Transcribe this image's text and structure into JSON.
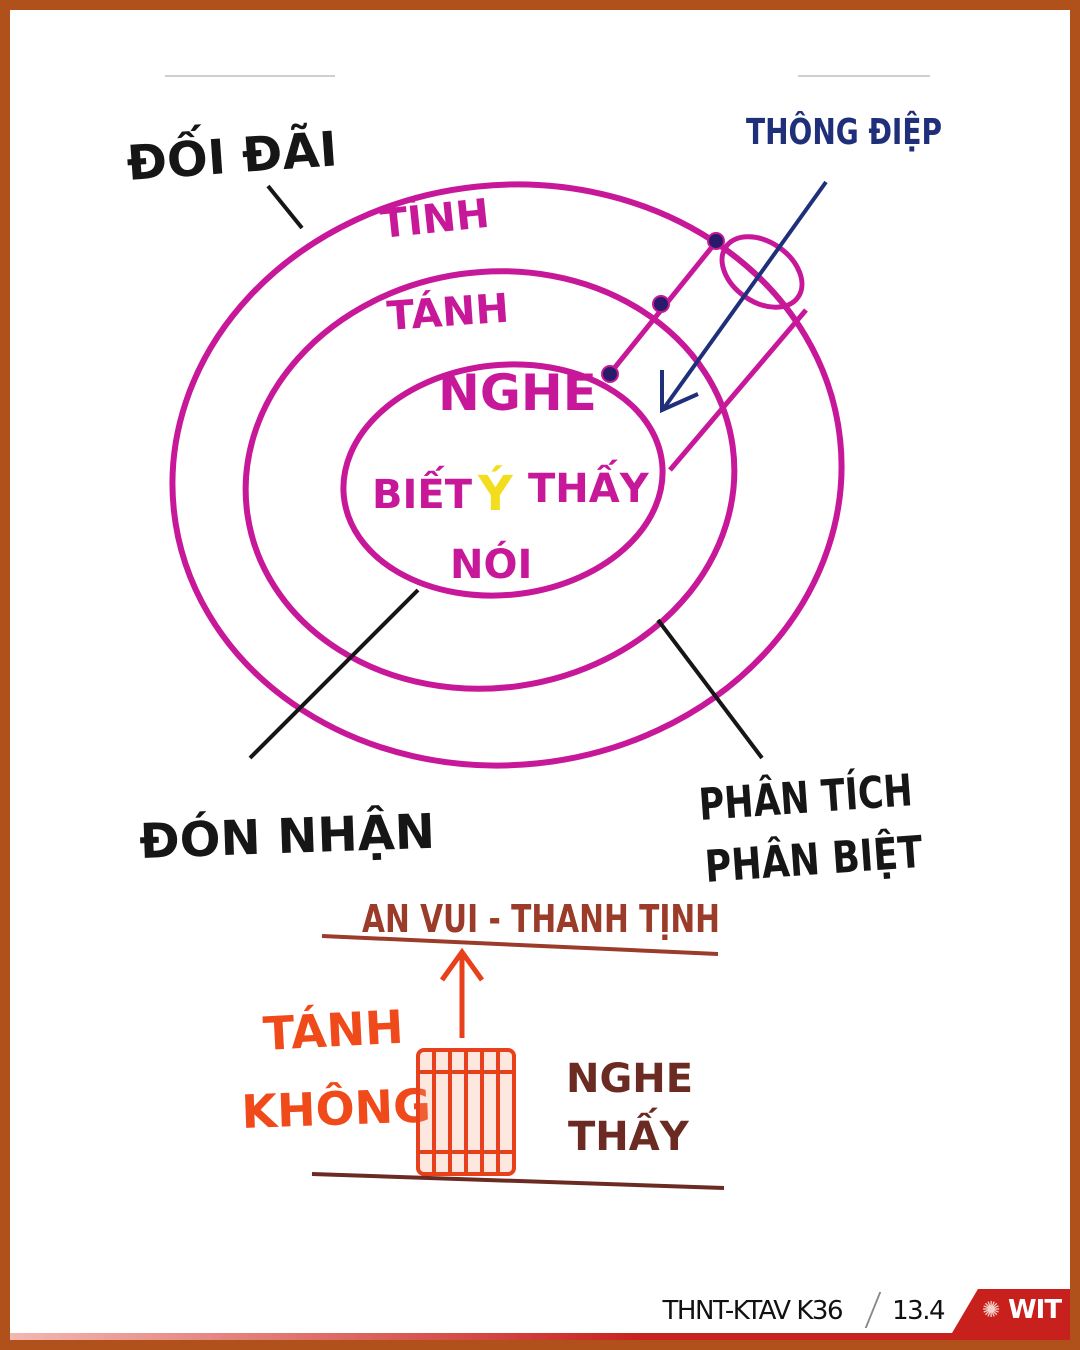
{
  "labels": {
    "doi_dai": "ĐỐI ĐÃI",
    "thong_diep": "THÔNG ĐIỆP",
    "tinh": "TÌNH",
    "tanh": "TÁNH",
    "nghe": "NGHE",
    "biet": "BIẾT",
    "y": "Ý",
    "thay": "THẤY",
    "noi": "NÓI",
    "don_nhan": "ĐÓN NHẬN",
    "phan_tich": "PHÂN TÍCH",
    "phan_biet": "PHÂN BIỆT",
    "an_vui": "AN VUI - THANH TỊNH",
    "tanh_khong_1": "TÁNH",
    "tanh_khong_2": "KHÔNG",
    "nghe_thay_1": "NGHE",
    "nghe_thay_2": "THẤY"
  },
  "footer": {
    "course": "THNT-KTAV K36",
    "page": "13.4",
    "brand": "WIT",
    "brand_icon": "sun-icon"
  },
  "colors": {
    "magenta": "#c8189a",
    "navy": "#1f2f7a",
    "black": "#161616",
    "yellow": "#f2de1f",
    "brown": "#9b3b2a",
    "orange": "#f04a1a",
    "brand_red": "#c8201c"
  }
}
